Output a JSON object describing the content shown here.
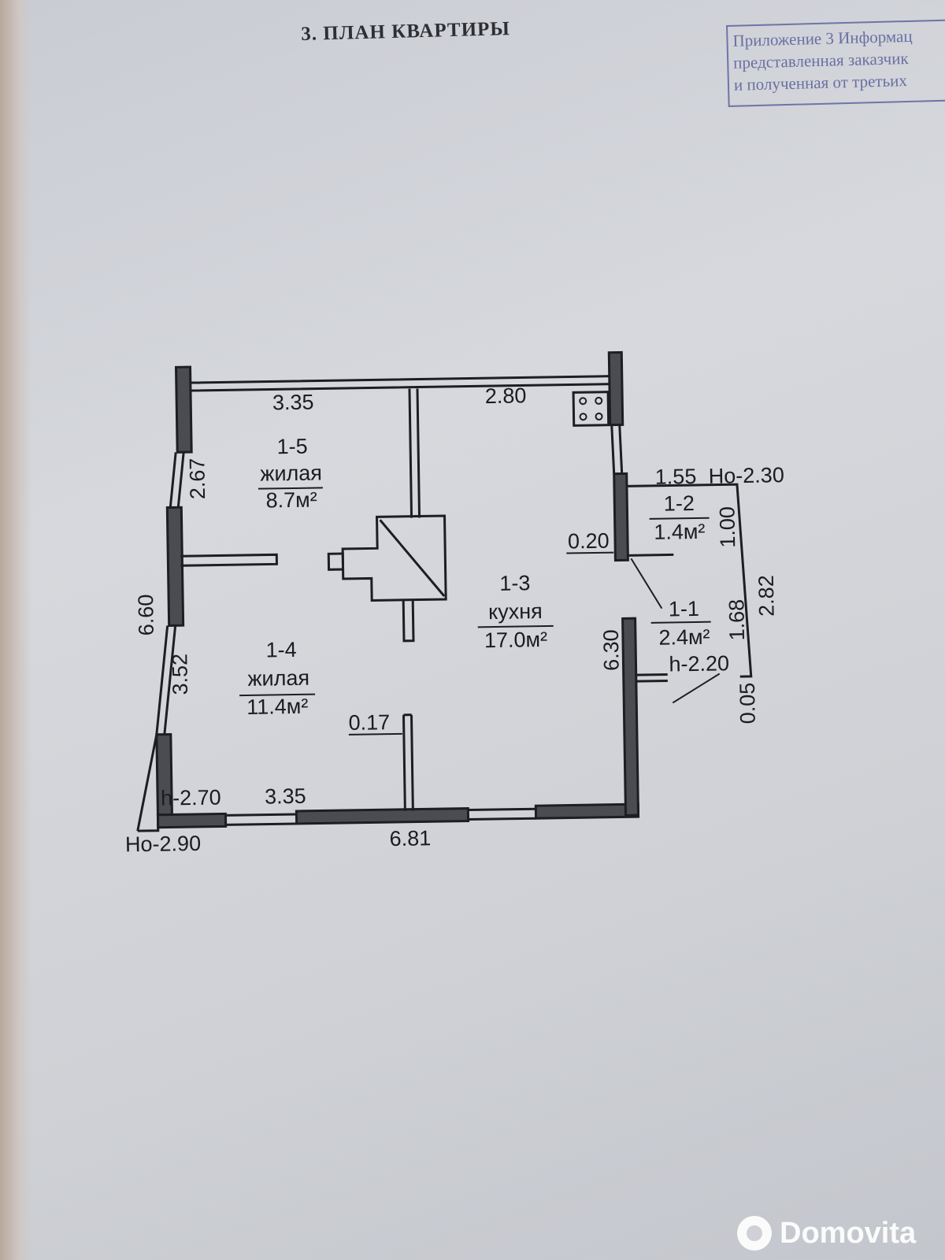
{
  "document": {
    "title": "3. ПЛАН КВАРТИРЫ",
    "stamp": {
      "line1": "Приложение 3 Информац",
      "line2": "представленная заказчик",
      "line3": "и полученная от третьих"
    }
  },
  "plan": {
    "rooms": [
      {
        "number": "1-5",
        "type": "жилая",
        "area": "8.7м²"
      },
      {
        "number": "1-4",
        "type": "жилая",
        "area": "11.4м²"
      },
      {
        "number": "1-3",
        "type": "кухня",
        "area": "17.0м²"
      },
      {
        "number": "1-2",
        "area": "1.4м²"
      },
      {
        "number": "1-1",
        "area": "2.4м²"
      }
    ],
    "dimensions": {
      "top_left": "3.35",
      "top_right": "2.80",
      "left_upper": "2.67",
      "left_total": "6.60",
      "left_lower": "3.52",
      "bottom_inner": "3.35",
      "bottom_total": "6.81",
      "right_kitchen": "6.30",
      "partition": "0.17",
      "wall_020": "0.20",
      "bath_width": "1.55",
      "bath_height_100": "1.00",
      "bath_168": "1.68",
      "bath_282": "2.82",
      "bath_005": "0.05"
    },
    "heights": {
      "ho_main": "Ho-2.90",
      "h_main": "h-2.70",
      "ho_bath": "Ho-2.30",
      "h_bath": "h-2.20"
    }
  },
  "watermark": {
    "text": "Domovita"
  }
}
